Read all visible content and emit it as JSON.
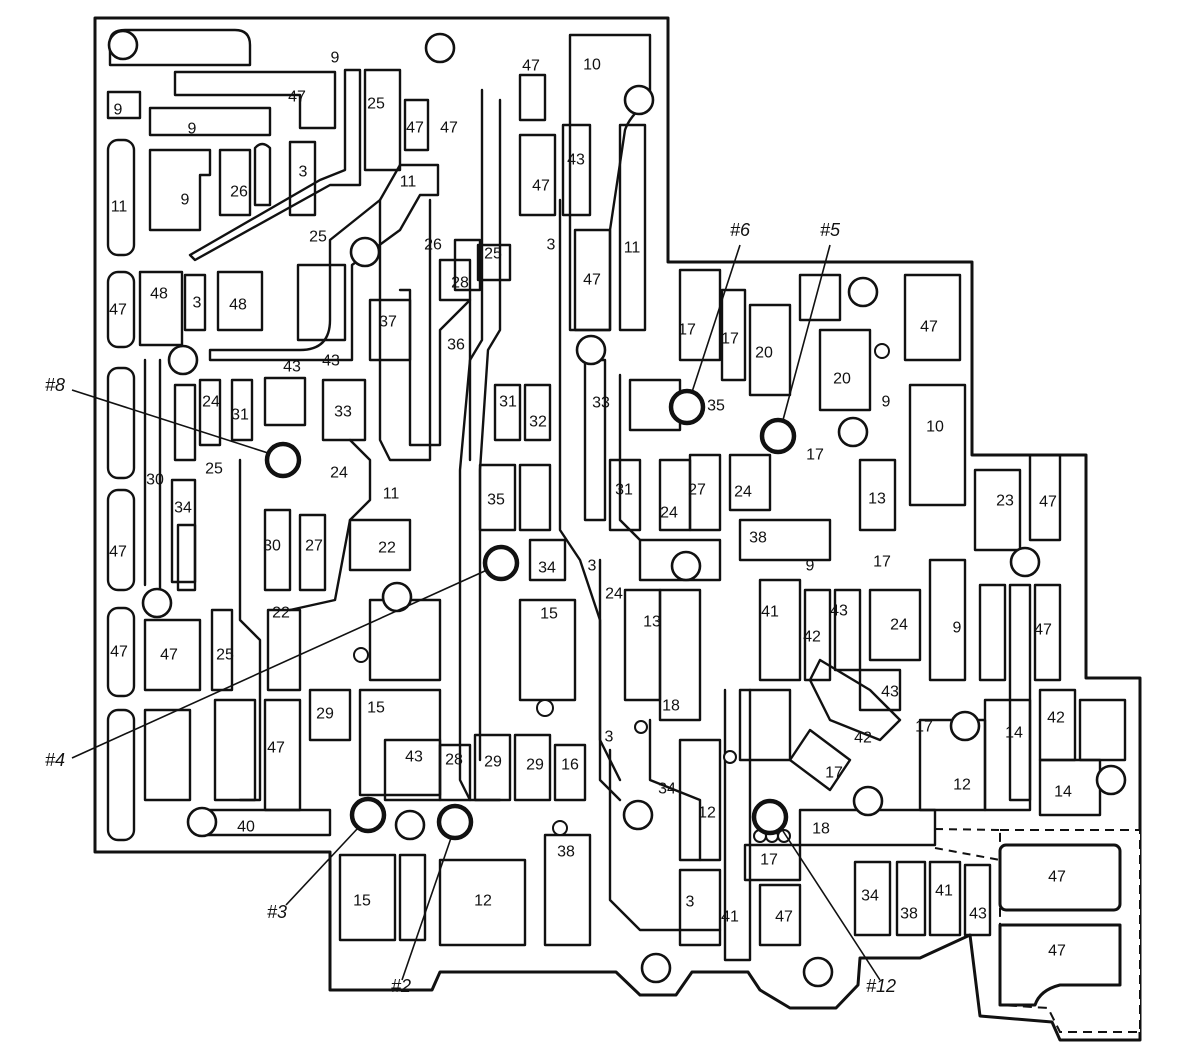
{
  "passage_labels": [
    "9",
    "47",
    "25",
    "47",
    "9",
    "9",
    "47",
    "26",
    "9",
    "3",
    "25",
    "11",
    "47",
    "43",
    "10",
    "47",
    "48",
    "3",
    "48",
    "47",
    "11",
    "26",
    "28",
    "25",
    "3",
    "47",
    "11",
    "37",
    "36",
    "43",
    "43",
    "17",
    "17",
    "20",
    "35",
    "47",
    "24",
    "31",
    "33",
    "31",
    "32",
    "33",
    "20",
    "9",
    "25",
    "24",
    "11",
    "35",
    "31",
    "27",
    "24",
    "17",
    "10",
    "30",
    "34",
    "30",
    "27",
    "22",
    "13",
    "23",
    "47",
    "47",
    "38",
    "17",
    "34",
    "3",
    "24",
    "9",
    "22",
    "47",
    "47",
    "25",
    "24",
    "15",
    "13",
    "41",
    "42",
    "43",
    "24",
    "47",
    "9",
    "29",
    "15",
    "18",
    "43",
    "14",
    "42",
    "47",
    "43",
    "28",
    "29",
    "29",
    "16",
    "3",
    "42",
    "17",
    "34",
    "12",
    "17",
    "12",
    "14",
    "40",
    "18",
    "38",
    "17",
    "15",
    "12",
    "3",
    "41",
    "47",
    "34",
    "38",
    "41",
    "43",
    "47",
    "47"
  ],
  "check_balls": [
    {
      "id": "#8"
    },
    {
      "id": "#4"
    },
    {
      "id": "#6"
    },
    {
      "id": "#5"
    },
    {
      "id": "#3"
    },
    {
      "id": "#2"
    },
    {
      "id": "#12"
    }
  ]
}
